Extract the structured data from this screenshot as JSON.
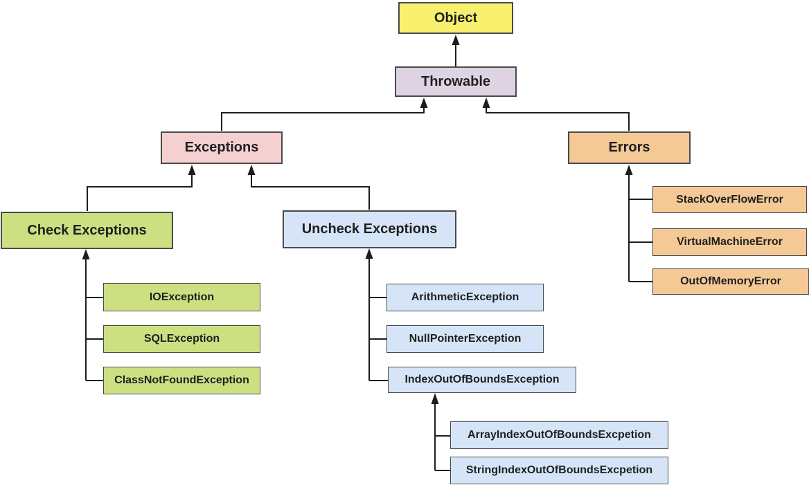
{
  "diagram": {
    "type": "hierarchy-flowchart",
    "subject": "Java exception class hierarchy",
    "nodes": {
      "object": {
        "label": "Object"
      },
      "throwable": {
        "label": "Throwable"
      },
      "exceptions": {
        "label": "Exceptions"
      },
      "errors": {
        "label": "Errors"
      },
      "check_exceptions": {
        "label": "Check Exceptions"
      },
      "uncheck_exceptions": {
        "label": "Uncheck Exceptions"
      },
      "io_exception": {
        "label": "IOException"
      },
      "sql_exception": {
        "label": "SQLException"
      },
      "class_not_found_exception": {
        "label": "ClassNotFoundException"
      },
      "arithmetic_exception": {
        "label": "ArithmeticException"
      },
      "null_pointer_exception": {
        "label": "NullPointerException"
      },
      "index_out_of_bounds_exception": {
        "label": "IndexOutOfBoundsException"
      },
      "array_index_out_of_bounds_excpetion": {
        "label": "ArrayIndexOutOfBoundsExcpetion"
      },
      "string_index_out_of_bounds_excpetion": {
        "label": "StringIndexOutOfBoundsExcpetion"
      },
      "stack_overflow_error": {
        "label": "StackOverFlowError"
      },
      "virtual_machine_error": {
        "label": "VirtualMachineError"
      },
      "out_of_memory_error": {
        "label": "OutOfMemoryError"
      }
    },
    "edges": [
      {
        "from": "Throwable",
        "to": "Object"
      },
      {
        "from": "Exceptions",
        "to": "Throwable"
      },
      {
        "from": "Errors",
        "to": "Throwable"
      },
      {
        "from": "Check Exceptions",
        "to": "Exceptions"
      },
      {
        "from": "Uncheck Exceptions",
        "to": "Exceptions"
      },
      {
        "from": "IOException",
        "to": "Check Exceptions"
      },
      {
        "from": "SQLException",
        "to": "Check Exceptions"
      },
      {
        "from": "ClassNotFoundException",
        "to": "Check Exceptions"
      },
      {
        "from": "ArithmeticException",
        "to": "Uncheck Exceptions"
      },
      {
        "from": "NullPointerException",
        "to": "Uncheck Exceptions"
      },
      {
        "from": "IndexOutOfBoundsException",
        "to": "Uncheck Exceptions"
      },
      {
        "from": "ArrayIndexOutOfBoundsExcpetion",
        "to": "IndexOutOfBoundsException"
      },
      {
        "from": "StringIndexOutOfBoundsExcpetion",
        "to": "IndexOutOfBoundsException"
      },
      {
        "from": "StackOverFlowError",
        "to": "Errors"
      },
      {
        "from": "VirtualMachineError",
        "to": "Errors"
      },
      {
        "from": "OutOfMemoryError",
        "to": "Errors"
      }
    ],
    "colors": {
      "object_fill": "#f9f16e",
      "throwable_fill": "#ded3e2",
      "exceptions_fill": "#f4d1d0",
      "errors_fill": "#f4c995",
      "checked_fill": "#cde081",
      "unchecked_fill": "#d5e5f7",
      "border": "#4a4a4a",
      "connector": "#1d1d1d",
      "text": "#1f1f1f",
      "background": "#ffffff"
    }
  }
}
